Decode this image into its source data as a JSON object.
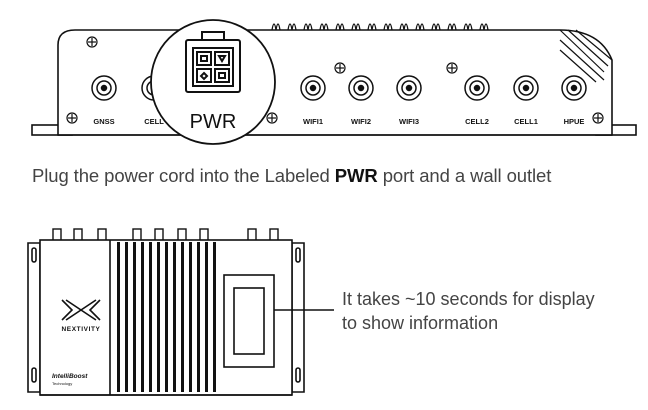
{
  "top_panel": {
    "port_labels": [
      "GNSS",
      "CELL",
      "WIFI1",
      "WIFI2",
      "WIFI3",
      "CELL2",
      "CELL1",
      "HPUE"
    ],
    "pwr_label": "PWR"
  },
  "caption": {
    "before": "Plug the power cord into the Labeled ",
    "bold": "PWR",
    "after": " port and a wall outlet"
  },
  "device": {
    "brand": "NEXTIVITY",
    "badge": "IntelliBoost",
    "badge_sub": "Technology"
  },
  "note": {
    "line1": "It takes ~10 seconds for display",
    "line2": "to show information"
  }
}
